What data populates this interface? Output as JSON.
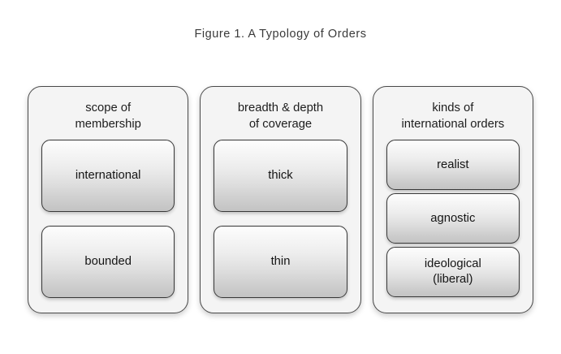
{
  "figure": {
    "title": "Figure 1. A Typology of Orders",
    "background_color": "#ffffff",
    "text_color": "#222222"
  },
  "columns": [
    {
      "id": "scope-of-membership",
      "header": "scope of\nmembership",
      "item_count_class": "two-items",
      "items": [
        {
          "id": "international",
          "label": "international"
        },
        {
          "id": "bounded",
          "label": "bounded"
        }
      ]
    },
    {
      "id": "breadth-and-depth-of-coverage",
      "header": "breadth & depth\nof coverage",
      "item_count_class": "two-items",
      "items": [
        {
          "id": "thick",
          "label": "thick"
        },
        {
          "id": "thin",
          "label": "thin"
        }
      ]
    },
    {
      "id": "kinds-of-international-orders",
      "header": "kinds of\ninternational orders",
      "item_count_class": "three-items",
      "items": [
        {
          "id": "realist",
          "label": "realist"
        },
        {
          "id": "agnostic",
          "label": "agnostic"
        },
        {
          "id": "ideological-liberal",
          "label": "ideological\n(liberal)"
        }
      ]
    }
  ],
  "style_tokens": {
    "column_fill": "#f4f4f4",
    "column_border": "#4a4a4a",
    "item_gradient_top": "#fdfdfd",
    "item_gradient_bottom": "#c3c3c3",
    "item_border": "#383838"
  }
}
